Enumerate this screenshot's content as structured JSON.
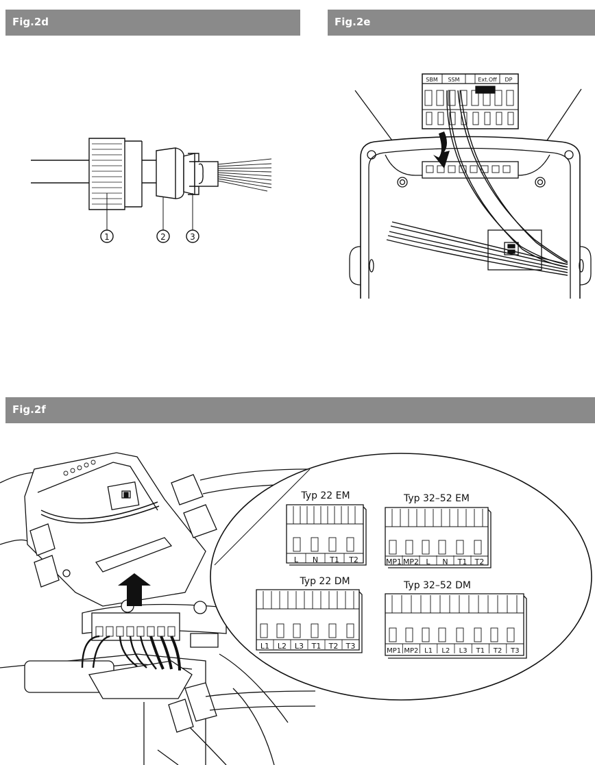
{
  "figures": {
    "fig2d": {
      "title": "Fig.2d",
      "callouts": [
        "1",
        "2",
        "3"
      ]
    },
    "fig2e": {
      "title": "Fig.2e",
      "terminal_labels": [
        "SBM",
        "SSM",
        "Ext.Off",
        "DP"
      ]
    },
    "fig2f": {
      "title": "Fig.2f",
      "connectors": [
        {
          "title": "Typ 22 EM",
          "pins": [
            "L",
            "N",
            "T1",
            "T2"
          ]
        },
        {
          "title": "Typ 32–52 EM",
          "pins": [
            "MP1",
            "MP2",
            "L",
            "N",
            "T1",
            "T2"
          ]
        },
        {
          "title": "Typ 22 DM",
          "pins": [
            "L1",
            "L2",
            "L3",
            "T1",
            "T2",
            "T3"
          ]
        },
        {
          "title": "Typ 32–52 DM",
          "pins": [
            "MP1",
            "MP2",
            "L1",
            "L2",
            "L3",
            "T1",
            "T2",
            "T3"
          ]
        }
      ]
    }
  },
  "colors": {
    "header_bar": "#8a8a8a",
    "header_text": "#ffffff",
    "line": "#111111"
  }
}
